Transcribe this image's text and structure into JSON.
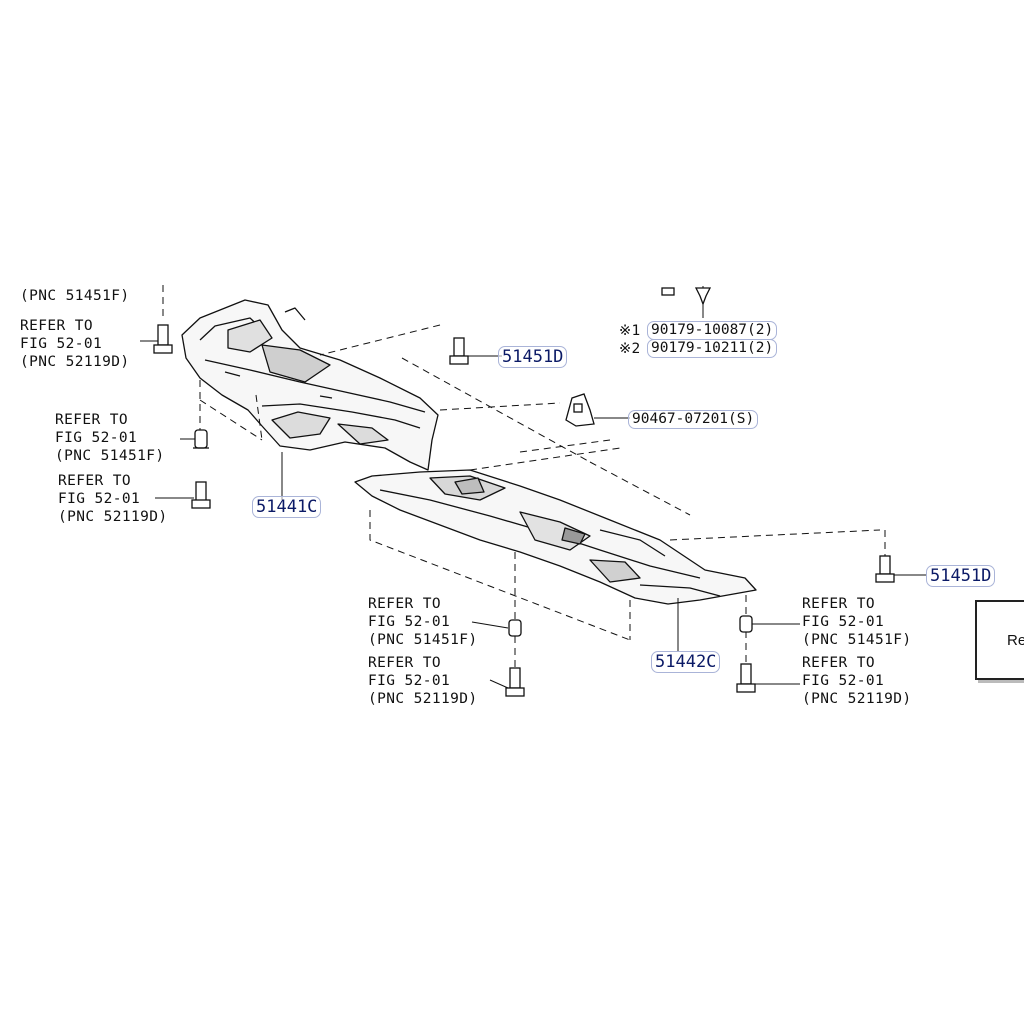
{
  "labels": {
    "top_left_pnc": "(PNC 51451F)",
    "top_left_refer": [
      "REFER TO",
      "FIG 52-01",
      "(PNC 52119D)"
    ],
    "mid_left_refer_a": [
      "REFER TO",
      "FIG 52-01",
      "(PNC 51451F)"
    ],
    "mid_left_refer_b": [
      "REFER TO",
      "FIG 52-01",
      "(PNC 52119D)"
    ],
    "center_refer_a": [
      "REFER TO",
      "FIG 52-01",
      "(PNC 51451F)"
    ],
    "center_refer_b": [
      "REFER TO",
      "FIG 52-01",
      "(PNC 52119D)"
    ],
    "right_refer_a": [
      "REFER TO",
      "FIG 52-01",
      "(PNC 51451F)"
    ],
    "right_refer_b": [
      "REFER TO",
      "FIG 52-01",
      "(PNC 52119D)"
    ]
  },
  "parts": {
    "p51451d_top": "51451D",
    "p51451d_right": "51451D",
    "p51441c": "51441C",
    "p51442c": "51442C",
    "p90467": "90467-07201(S)",
    "note1_prefix": "※1",
    "note1": "90179-10087(2)",
    "note2_prefix": "※2",
    "note2": "90179-10211(2)"
  },
  "ref_button_text": "Re"
}
